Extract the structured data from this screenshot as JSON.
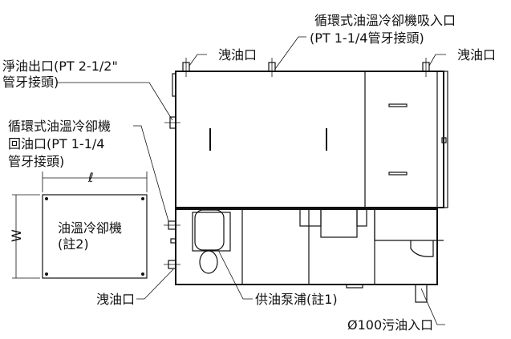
{
  "labels": {
    "suction_inlet_line1": "循環式油溫冷卻機吸入口",
    "suction_inlet_line2": "(PT 1-1/4管牙接頭)",
    "drain_top_left": "洩油口",
    "drain_top_right": "洩油口",
    "clean_outlet_line1": "淨油出口(PT 2-1/2\"",
    "clean_outlet_line2": "管牙接頭)",
    "return_line1": "循環式油溫冷卻機",
    "return_line2": "回油口(PT 1-1/4",
    "return_line3": "管牙接頭)",
    "dim_length": "ℓ",
    "dim_width": "W",
    "cooler_line1": "油溫冷卻機",
    "cooler_line2": "(註2)",
    "drain_bottom": "洩油口",
    "pump": "供油泵浦(註1)",
    "dirty_inlet": "Ø100污油入口"
  }
}
